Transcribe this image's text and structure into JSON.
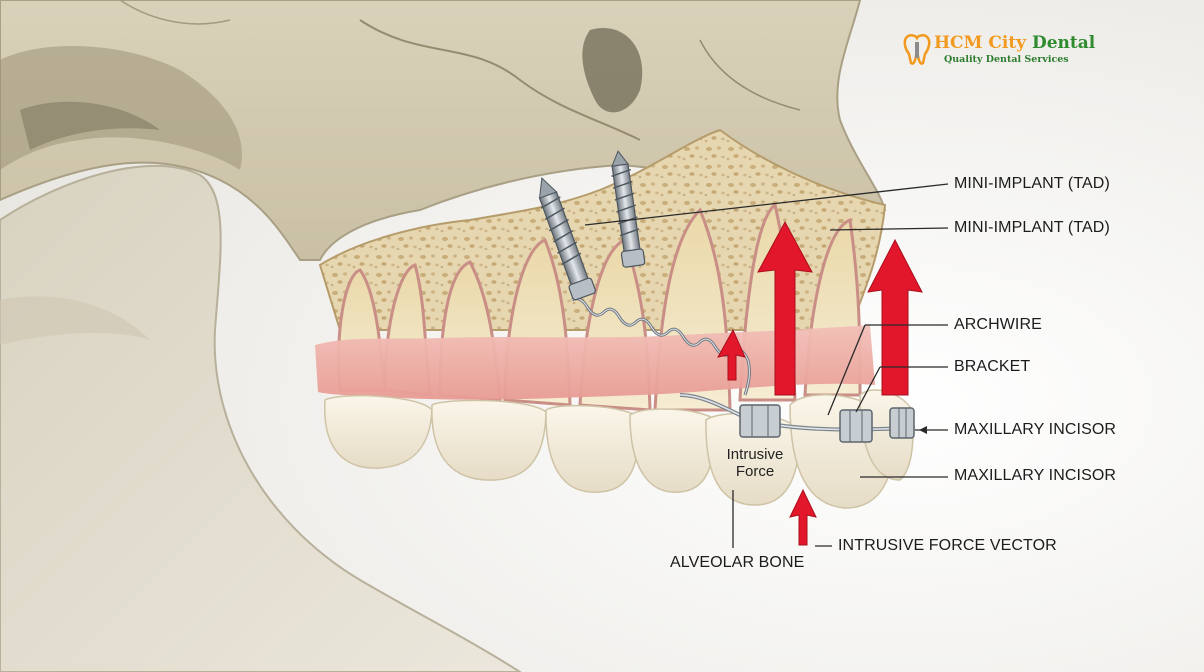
{
  "logo": {
    "name_part1": "HCM City",
    "name_part2": "Dental",
    "tagline": "Quality Dental Services"
  },
  "labels": {
    "mini_implant_1": "MINI-IMPLANT (TAD)",
    "mini_implant_2": "MINI-IMPLANT (TAD)",
    "archwire": "ARCHWIRE",
    "bracket": "BRACKET",
    "maxillary_incisor_1": "MAXILLARY INCISOR",
    "maxillary_incisor_2": "MAXILLARY INCISOR",
    "intrusive_force_vector": "INTRUSIVE FORCE VECTOR",
    "alveolar_bone": "ALVEOLAR BONE",
    "intrusive_force_line1": "Intrusive",
    "intrusive_force_line2": "Force"
  },
  "colors": {
    "force_arrow": "#e3172b",
    "gum": "#efb2ab",
    "bone": "#e3d6b3",
    "tooth": "#f3ecdc",
    "logo_orange": "#f29a1f",
    "logo_green": "#2e8b2e"
  }
}
